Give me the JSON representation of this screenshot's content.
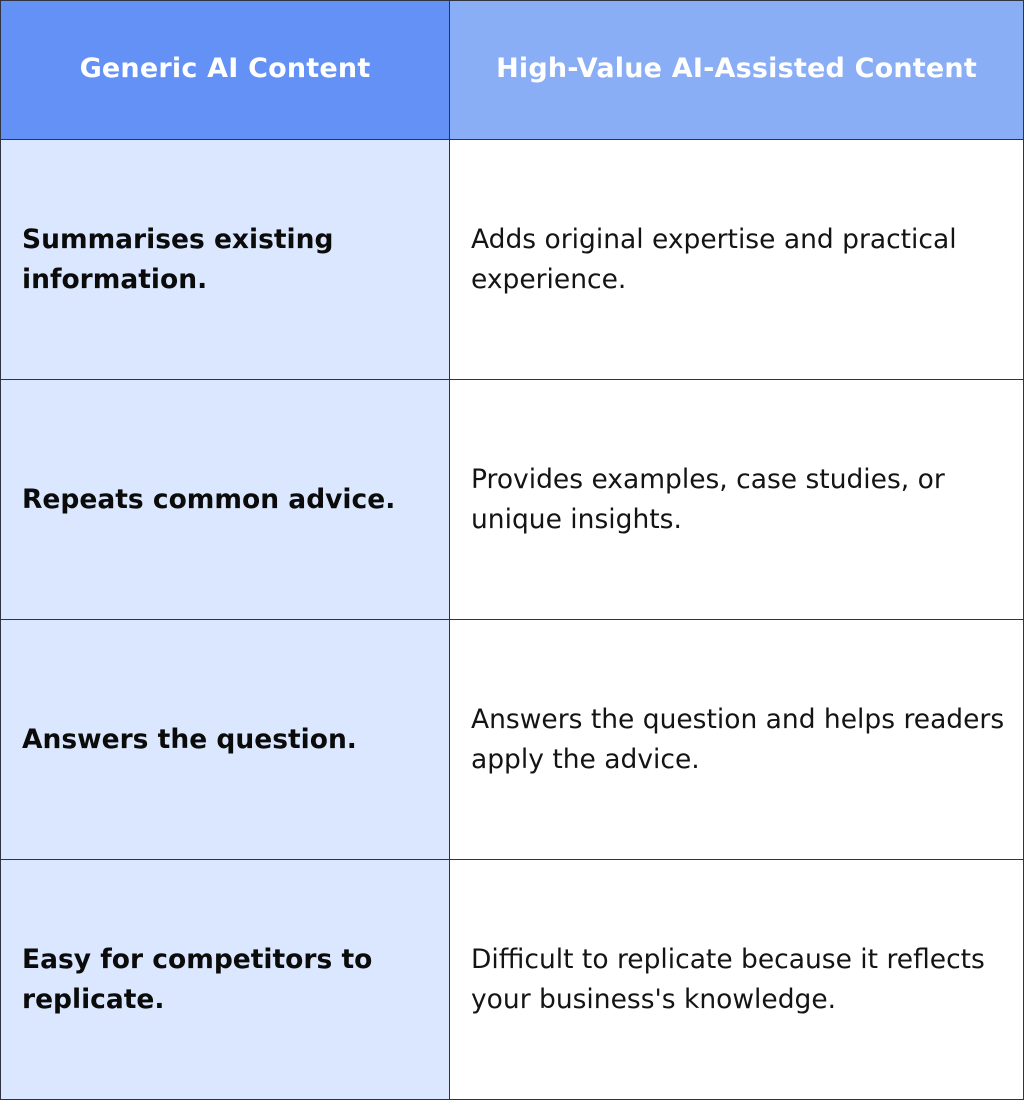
{
  "table": {
    "headers": {
      "left": "Generic AI Content",
      "right": "High-Value AI-Assisted Content"
    },
    "rows": [
      {
        "generic": "Summarises existing information.",
        "high_value": "Adds original expertise and practical experience."
      },
      {
        "generic": "Repeats common advice.",
        "high_value": "Provides examples, case studies, or unique insights."
      },
      {
        "generic": "Answers the question.",
        "high_value": "Answers the question and helps readers apply the advice."
      },
      {
        "generic": "Easy for competitors to replicate.",
        "high_value": "Difficult to replicate because it reflects your business's knowledge."
      }
    ]
  },
  "colors": {
    "header_left": "#6391f6",
    "header_right": "#8aaef6",
    "left_column_bg": "#dbe7fe",
    "border": "#2f3440"
  }
}
